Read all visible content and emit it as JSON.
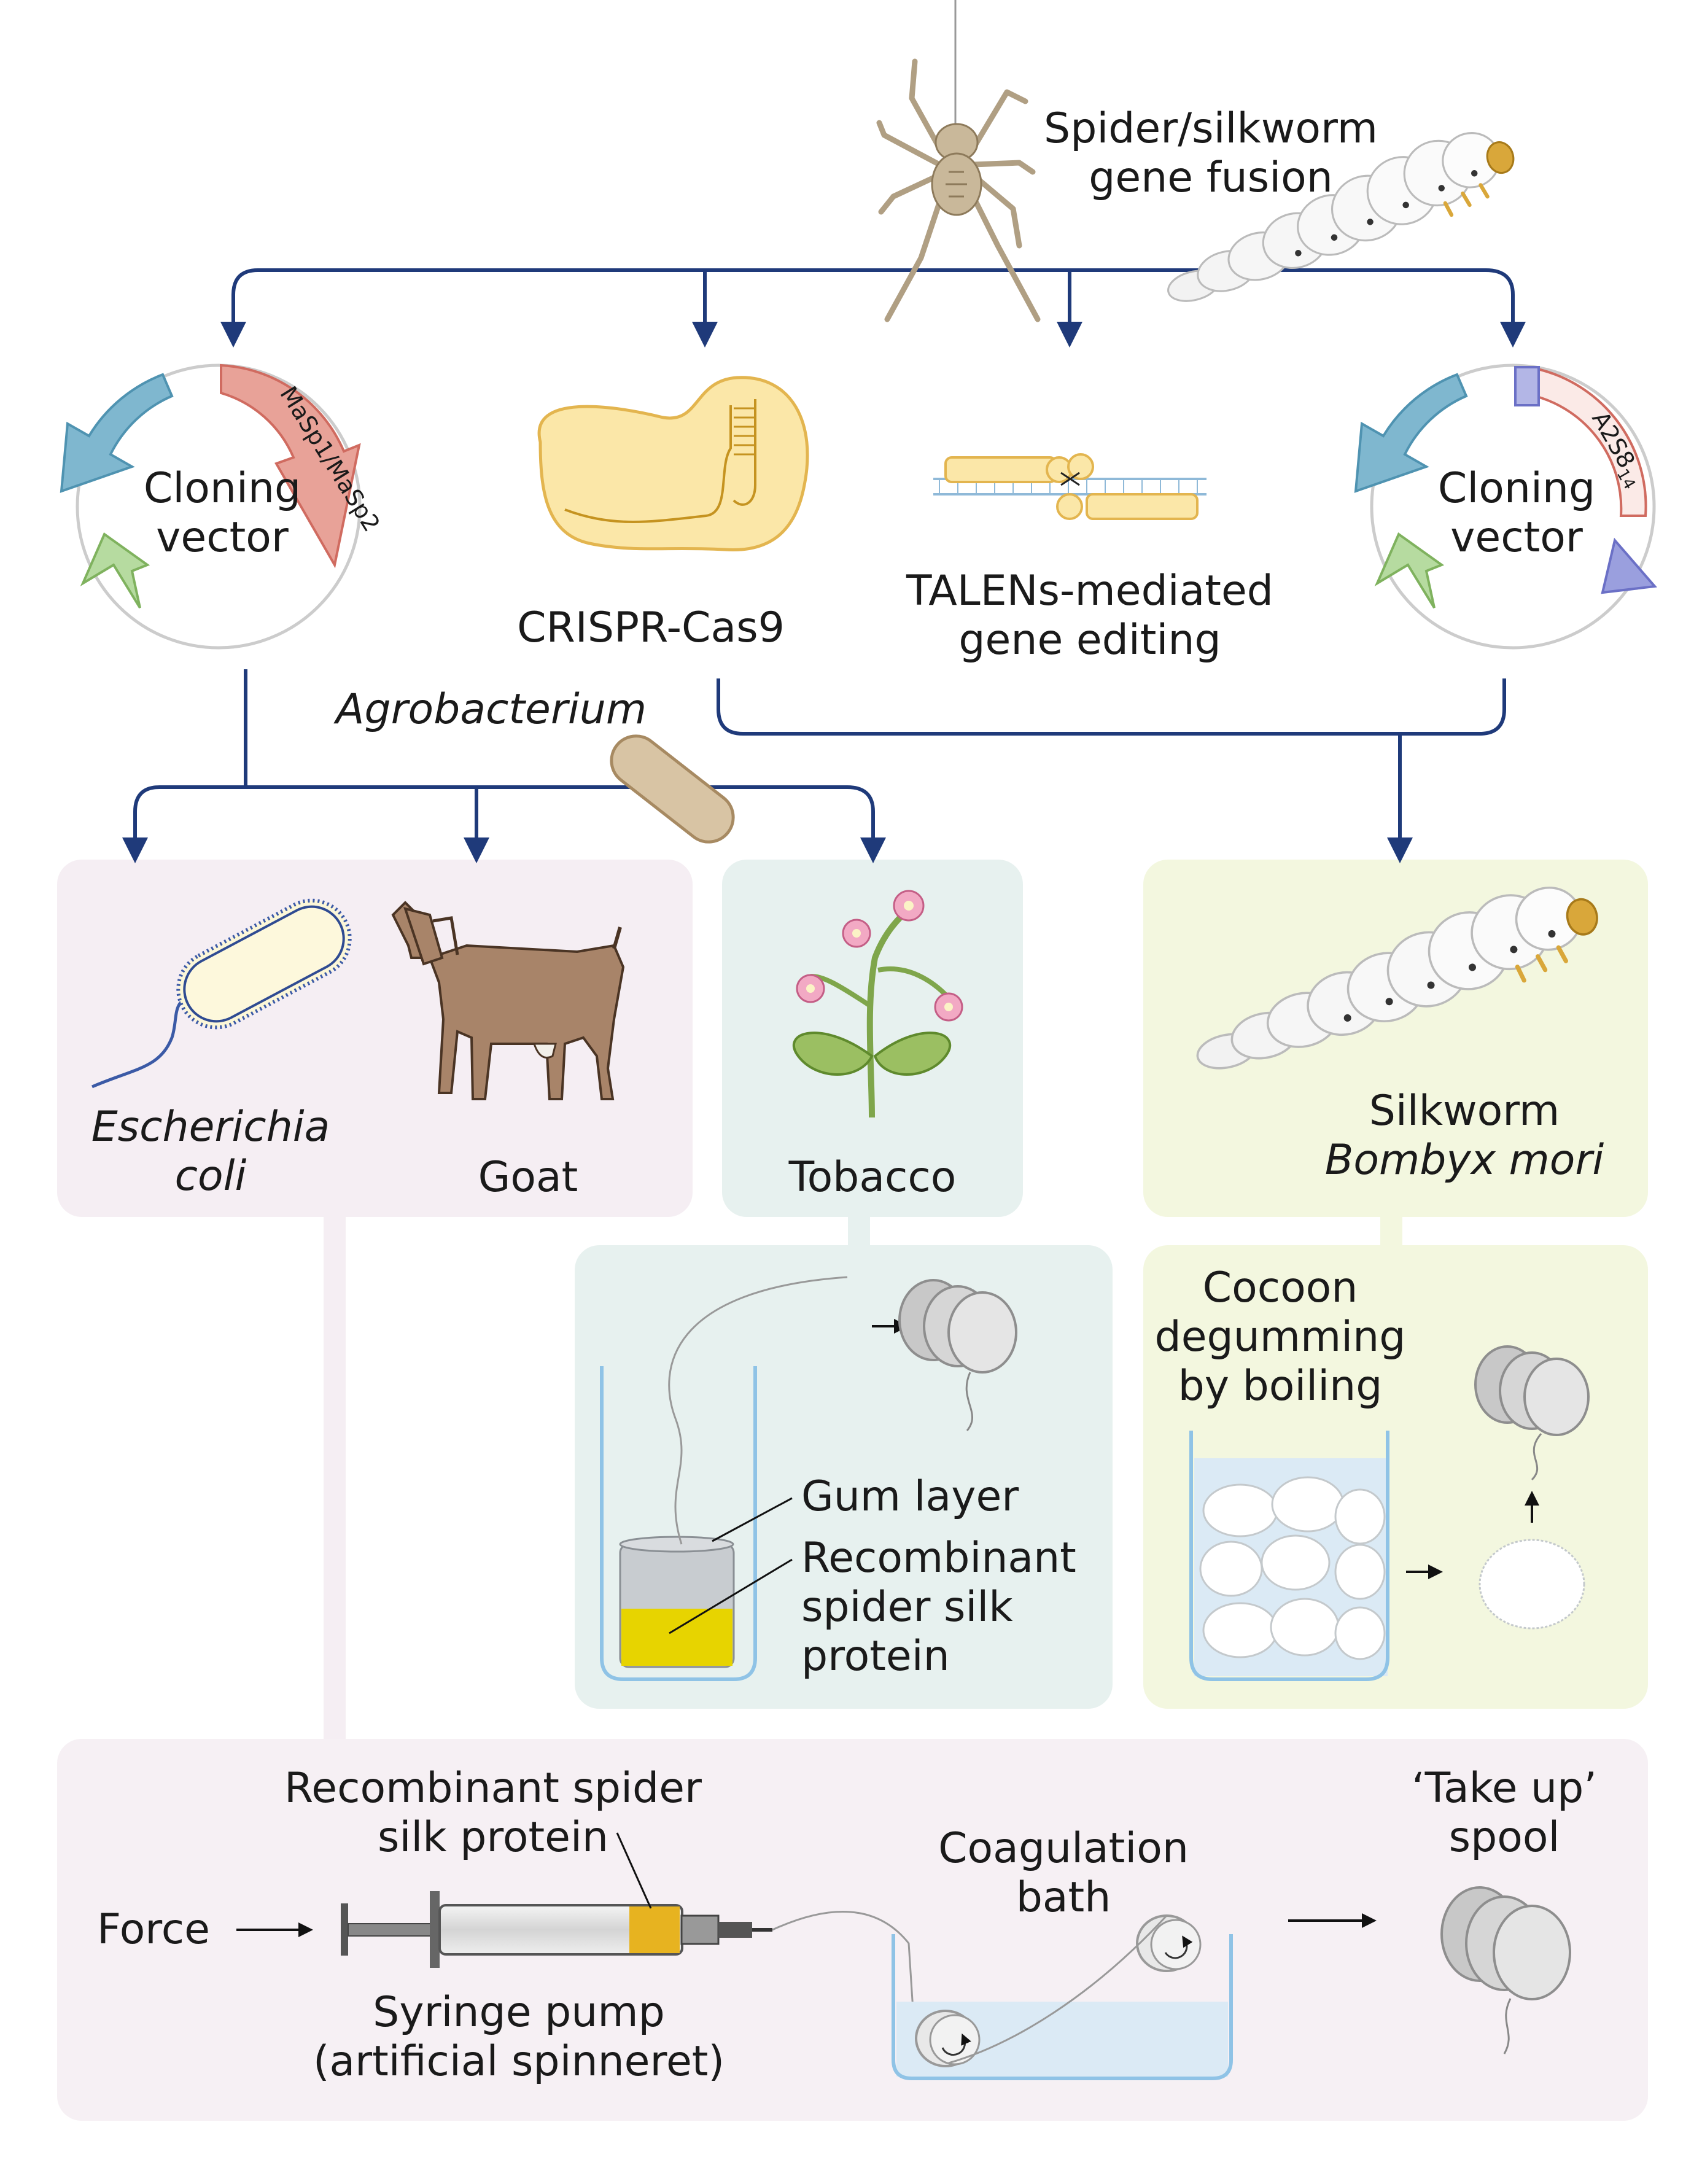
{
  "top": {
    "line1": "Spider/silkworm",
    "line2": "gene fusion"
  },
  "methods": {
    "left_vector": {
      "line1": "Cloning",
      "line2": "vector",
      "gene": "MaSp1/MaSp2"
    },
    "crispr": "CRISPR-Cas9",
    "talens": {
      "line1": "TALENs-mediated",
      "line2": "gene editing"
    },
    "right_vector": {
      "line1": "Cloning",
      "line2": "vector",
      "gene": "A2S8",
      "gene_sub": "14"
    }
  },
  "agrobacterium": "Agrobacterium",
  "hosts": {
    "ecoli": {
      "line1": "Escherichia",
      "line2": "coli"
    },
    "goat": "Goat",
    "tobacco": "Tobacco",
    "silkworm": {
      "line1": "Silkworm",
      "line2": "Bombyx mori"
    }
  },
  "tobacco_processing": {
    "gum": "Gum layer",
    "protein": [
      "Recombinant",
      "spider silk",
      "protein"
    ]
  },
  "cocoon": {
    "lines": [
      "Cocoon",
      "degumming",
      "by boiling"
    ]
  },
  "spinning": {
    "force": "Force",
    "protein": [
      "Recombinant spider",
      "silk protein"
    ],
    "pump": [
      "Syringe pump",
      "(artificial spinneret)"
    ],
    "bath": [
      "Coagulation",
      "bath"
    ],
    "spool": [
      "‘Take up’",
      "spool"
    ]
  },
  "colors": {
    "arrow": "#1f3a7a",
    "pink_panel": "#f5eef3",
    "teal_panel": "#e7f1ef",
    "green_panel": "#f3f7df",
    "bottom_panel": "#f6f0f4",
    "plasmid_red": "#e8a298",
    "plasmid_blue": "#7fb7cf",
    "plasmid_green": "#b6dba0",
    "protein_yellow": "#e7d400"
  }
}
